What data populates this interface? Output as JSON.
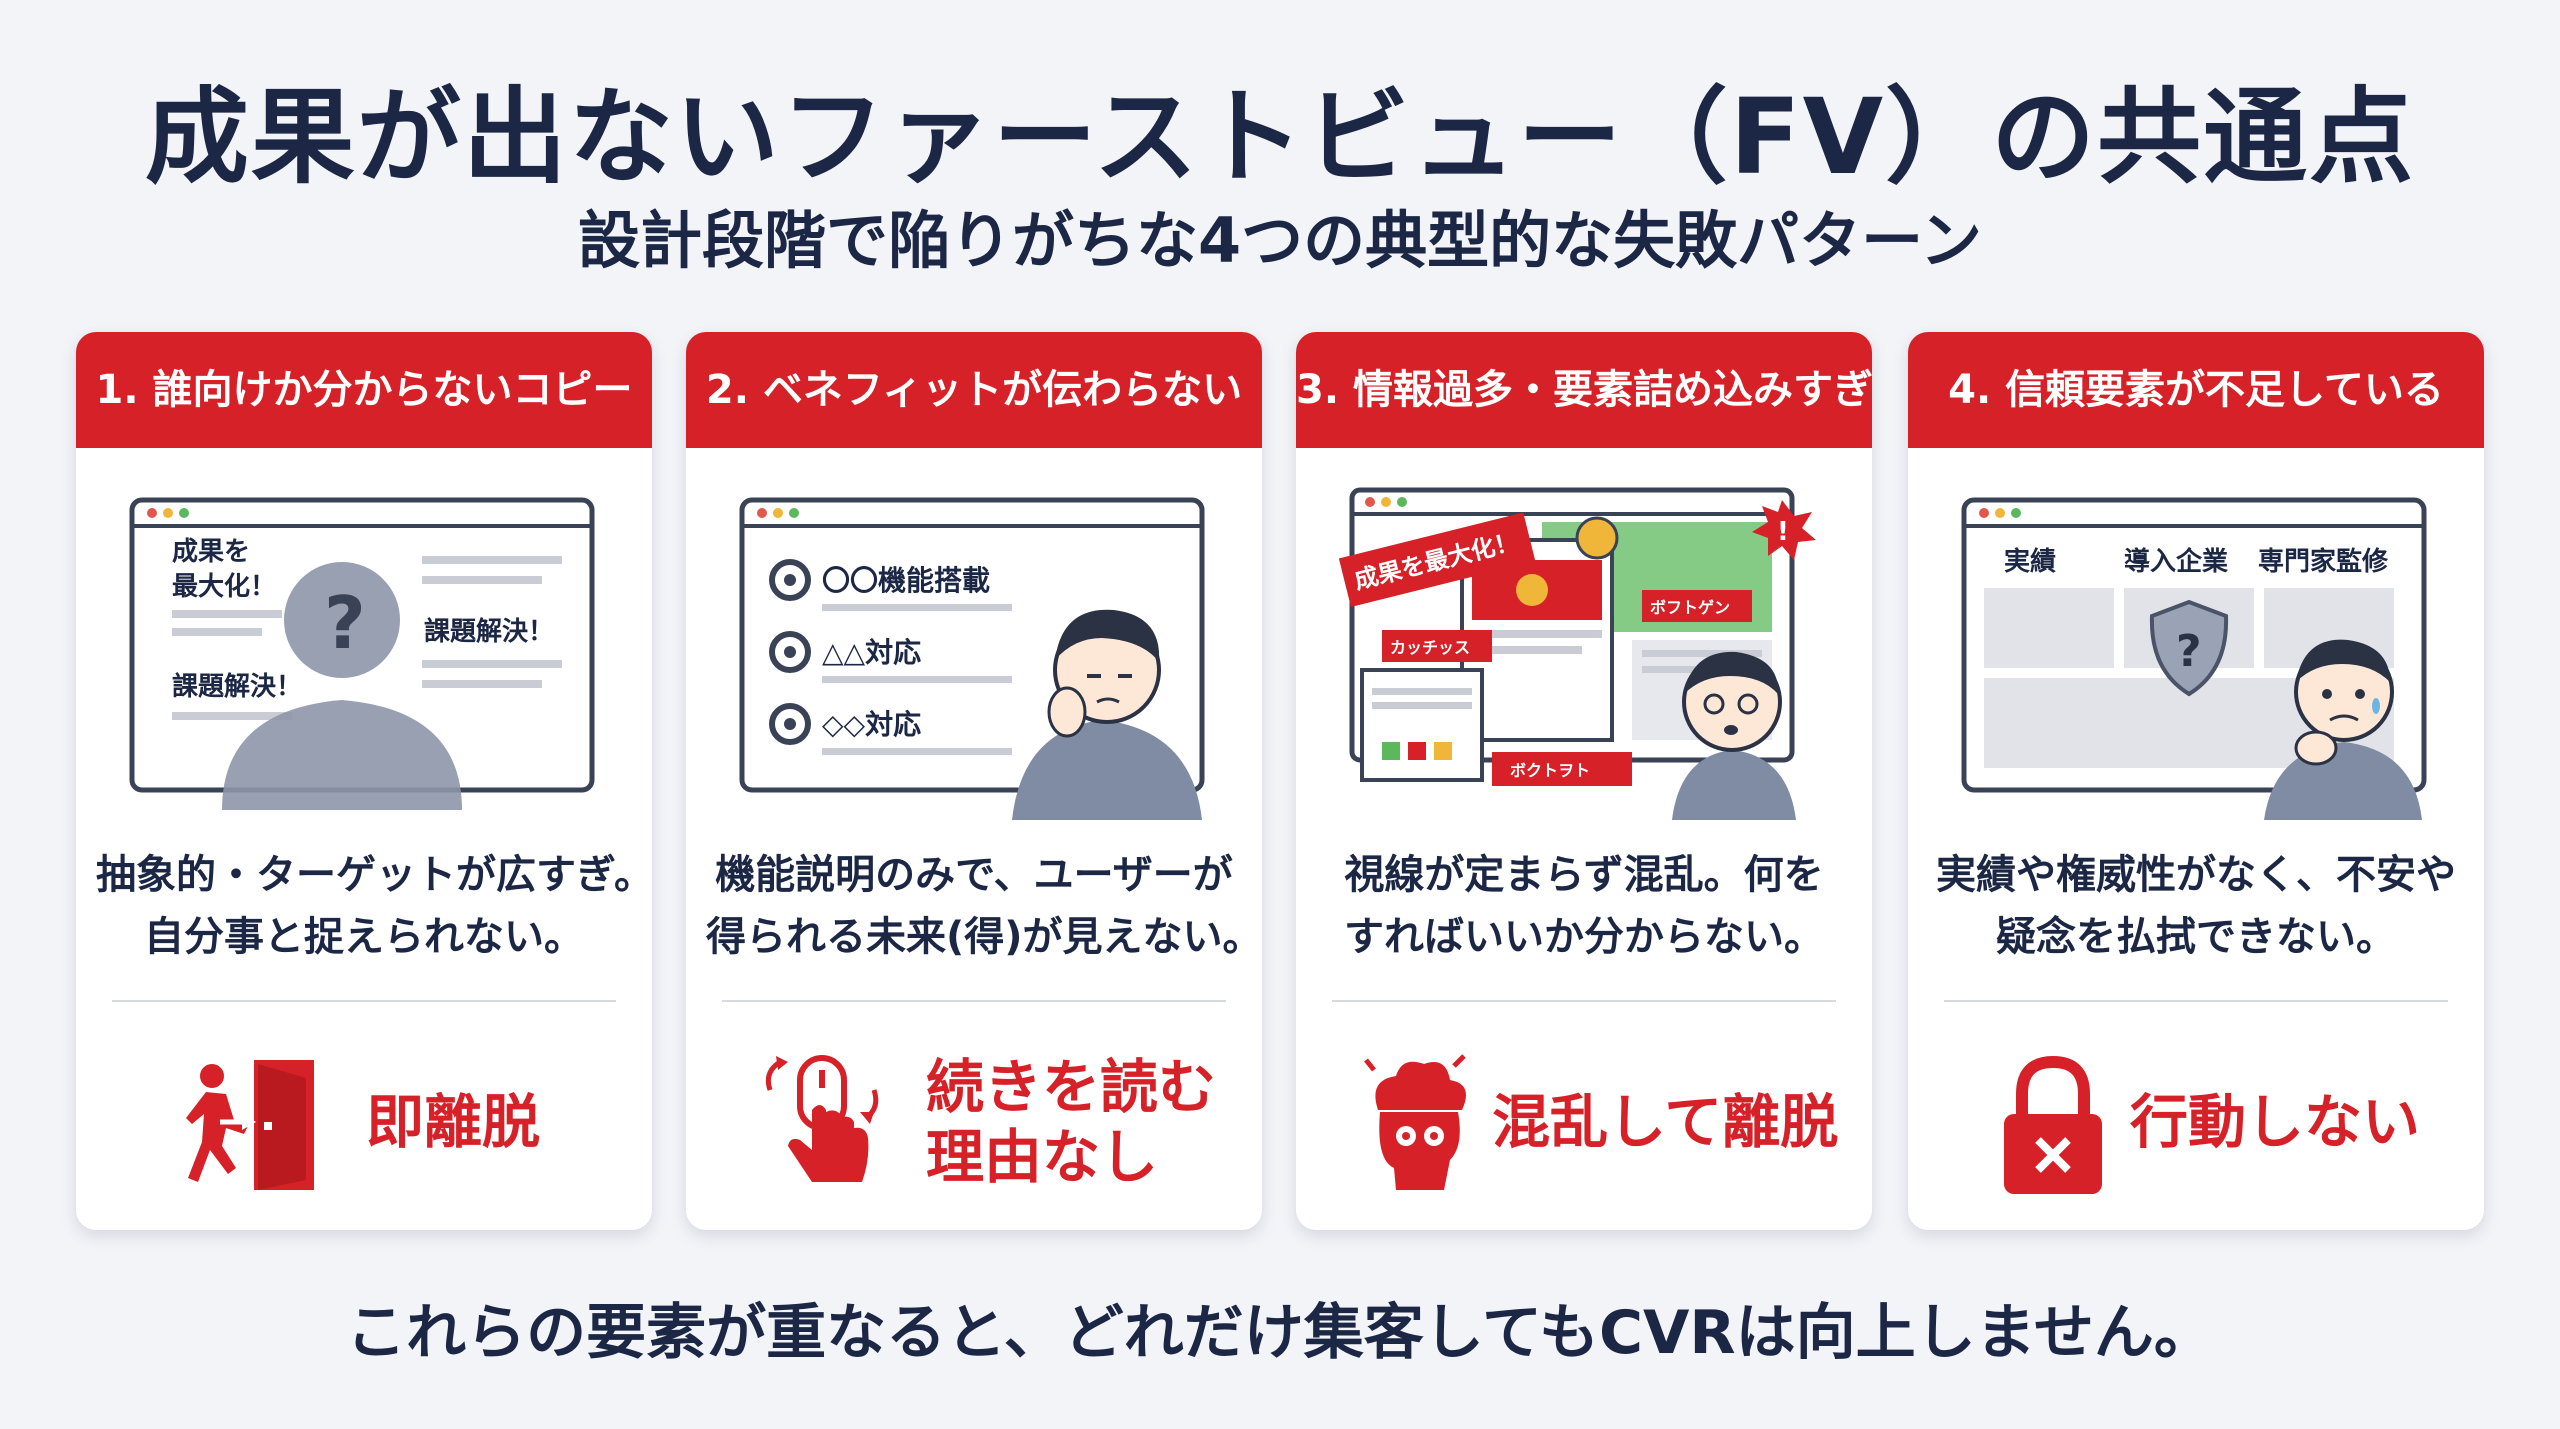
{
  "title": "成果が出ないファーストビュー（FV）の共通点",
  "subtitle": "設計段階で陥りがちな4つの典型的な失敗パターン",
  "cards": [
    {
      "header": "1. 誰向けか分からないコピー",
      "illus_texts": [
        "成果を",
        "最大化！",
        "課題解決！",
        "課題解決！"
      ],
      "desc_lines": [
        "抽象的・ターゲットが広すぎ。",
        "自分事と捉えられない。"
      ],
      "result_lines": [
        "即離脱"
      ],
      "result_icon": "exit-door-icon"
    },
    {
      "header": "2. ベネフィットが伝わらない",
      "illus_texts": [
        "〇〇機能搭載",
        "△△対応",
        "◇◇対応"
      ],
      "desc_lines": [
        "機能説明のみで、ユーザーが",
        "得られる未来(得)が見えない。"
      ],
      "result_lines": [
        "続きを読む",
        "理由なし"
      ],
      "result_icon": "scroll-hand-icon"
    },
    {
      "header": "3. 情報過多・要素詰め込みすぎ",
      "illus_texts": [
        "成果を最大化！",
        "ボフトゲン",
        "カッチッス",
        "ボクトヲト"
      ],
      "desc_lines": [
        "視線が定まらず混乱。何を",
        "すればいいか分からない。"
      ],
      "result_lines": [
        "混乱して離脱"
      ],
      "result_icon": "exploding-head-icon"
    },
    {
      "header": "4. 信頼要素が不足している",
      "illus_texts": [
        "実績",
        "導入企業",
        "専門家監修"
      ],
      "desc_lines": [
        "実績や権威性がなく、不安や",
        "疑念を払拭できない。"
      ],
      "result_lines": [
        "行動しない"
      ],
      "result_icon": "lock-x-icon"
    }
  ],
  "footer": "これらの要素が重なると、どれだけ集客してもCVRは向上しません。",
  "colors": {
    "accent": "#d72128",
    "text": "#1c2745",
    "background": "#f2f4f8"
  }
}
